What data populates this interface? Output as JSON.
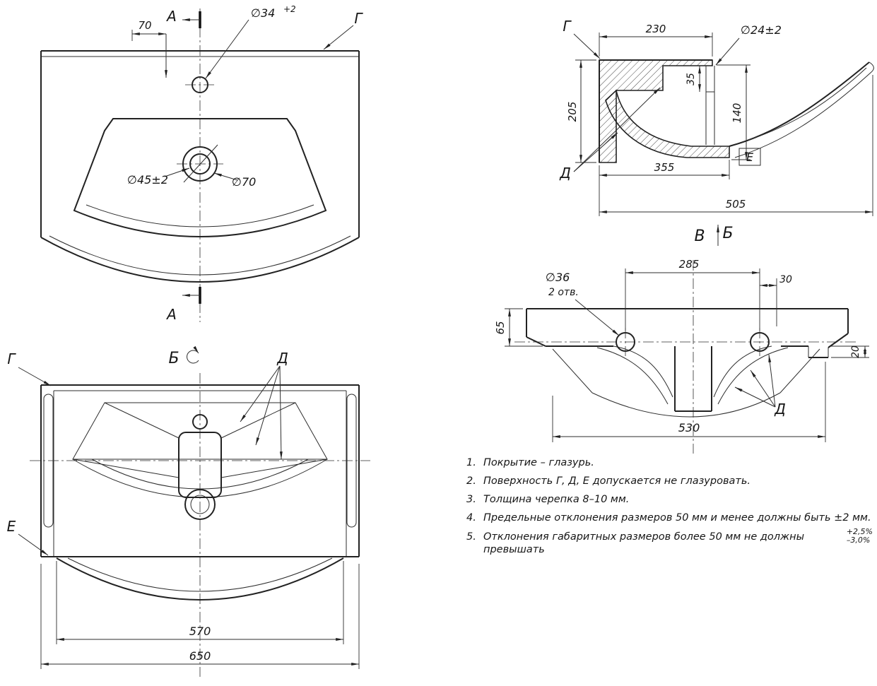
{
  "drawing": {
    "plan": {
      "section_letter_top": "А",
      "section_letter_bottom": "А",
      "dim_offset": "70",
      "faucet_hole_dia": "∅34",
      "faucet_hole_tol": "+2",
      "surface_top_right": "Г",
      "drain_dia_inner": "∅45±2",
      "drain_dia_outer": "∅70"
    },
    "bottom": {
      "view_letter": "Б",
      "surface_left_top": "Г",
      "surface_d": "Д",
      "surface_e": "Е",
      "dim_inner_width": "570",
      "dim_overall_width": "650"
    },
    "section": {
      "surface_g": "Г",
      "dim_deck_depth": "230",
      "overflow_dia": "∅24±2",
      "dim_back_height": "205",
      "dim_hole_depth": "35",
      "dim_bowl_depth": "140",
      "surface_d": "Д",
      "surface_e": "Е",
      "dim_drain_offset": "355",
      "dim_overall_depth": "505",
      "view_letter_v": "В",
      "view_arrow_letter": "Б"
    },
    "rear": {
      "dim_hole_spacing": "285",
      "mount_hole_dia": "∅36",
      "mount_hole_count": "2 отв.",
      "dim_edge_offset": "30",
      "dim_band_height": "65",
      "dim_step": "20",
      "surface_d": "Д",
      "dim_apron_width": "530"
    }
  },
  "notes": {
    "items": [
      {
        "num": "1.",
        "text": "Покрытие – глазурь."
      },
      {
        "num": "2.",
        "text": "Поверхность Г, Д, Е допускается не глазуровать."
      },
      {
        "num": "3.",
        "text": "Толщина черепка 8–10 мм."
      },
      {
        "num": "4.",
        "text": "Предельные отклонения размеров 50 мм и менее должны быть ±2  мм."
      },
      {
        "num": "5.",
        "text": "Отклонения габаритных размеров более 50 мм не должны превышать",
        "tol_plus": "+2,5%",
        "tol_minus": "–3,0%"
      }
    ]
  },
  "colors": {
    "ink": "#222222",
    "paper": "#ffffff"
  }
}
